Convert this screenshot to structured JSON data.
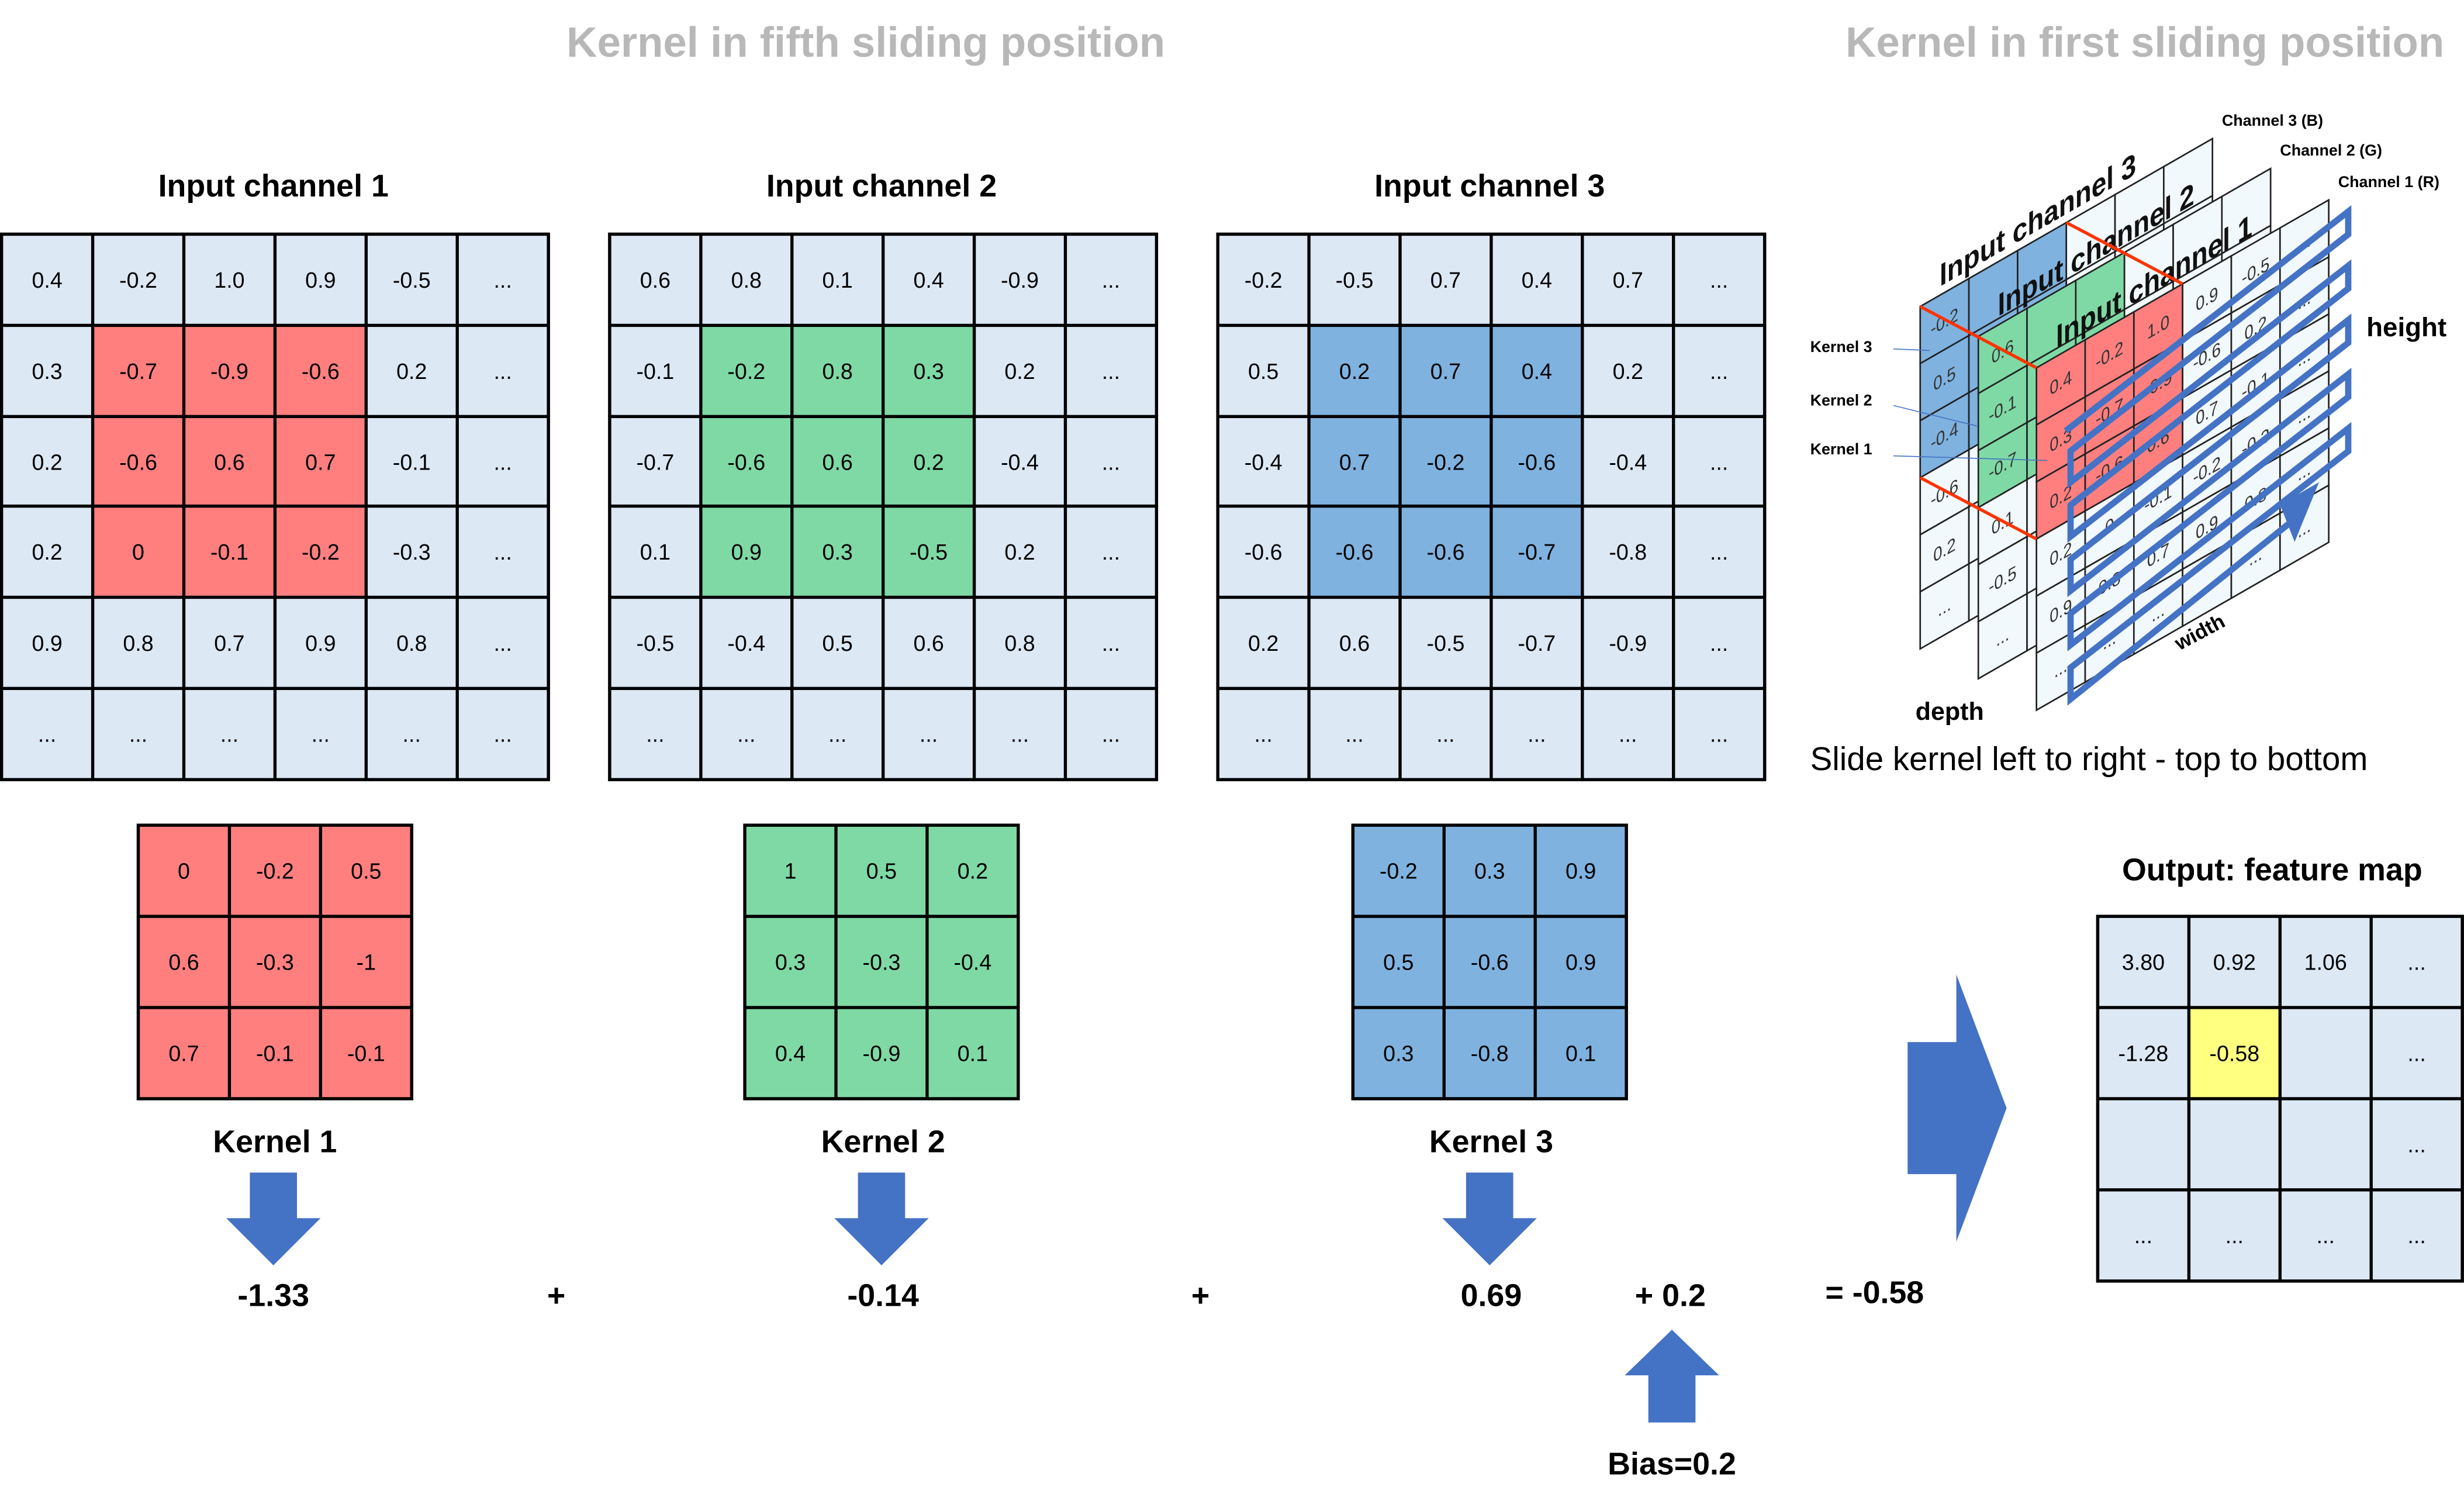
{
  "headers": {
    "left": "Kernel in fifth sliding position",
    "right": "Kernel in first sliding position"
  },
  "inputs": [
    {
      "title": "Input channel 1",
      "highlight": "red",
      "cells": [
        [
          "0.4",
          "-0.2",
          "1.0",
          "0.9",
          "-0.5",
          "..."
        ],
        [
          "0.3",
          "-0.7",
          "-0.9",
          "-0.6",
          "0.2",
          "..."
        ],
        [
          "0.2",
          "-0.6",
          "0.6",
          "0.7",
          "-0.1",
          "..."
        ],
        [
          "0.2",
          "0",
          "-0.1",
          "-0.2",
          "-0.3",
          "..."
        ],
        [
          "0.9",
          "0.8",
          "0.7",
          "0.9",
          "0.8",
          "..."
        ],
        [
          "...",
          "...",
          "...",
          "...",
          "...",
          "..."
        ]
      ]
    },
    {
      "title": "Input channel 2",
      "highlight": "green",
      "cells": [
        [
          "0.6",
          "0.8",
          "0.1",
          "0.4",
          "-0.9",
          "..."
        ],
        [
          "-0.1",
          "-0.2",
          "0.8",
          "0.3",
          "0.2",
          "..."
        ],
        [
          "-0.7",
          "-0.6",
          "0.6",
          "0.2",
          "-0.4",
          "..."
        ],
        [
          "0.1",
          "0.9",
          "0.3",
          "-0.5",
          "0.2",
          "..."
        ],
        [
          "-0.5",
          "-0.4",
          "0.5",
          "0.6",
          "0.8",
          "..."
        ],
        [
          "...",
          "...",
          "...",
          "...",
          "...",
          "..."
        ]
      ]
    },
    {
      "title": "Input channel 3",
      "highlight": "blue",
      "cells": [
        [
          "-0.2",
          "-0.5",
          "0.7",
          "0.4",
          "0.7",
          "..."
        ],
        [
          "0.5",
          "0.2",
          "0.7",
          "0.4",
          "0.2",
          "..."
        ],
        [
          "-0.4",
          "0.7",
          "-0.2",
          "-0.6",
          "-0.4",
          "..."
        ],
        [
          "-0.6",
          "-0.6",
          "-0.6",
          "-0.7",
          "-0.8",
          "..."
        ],
        [
          "0.2",
          "0.6",
          "-0.5",
          "-0.7",
          "-0.9",
          "..."
        ],
        [
          "...",
          "...",
          "...",
          "...",
          "...",
          "..."
        ]
      ]
    }
  ],
  "kernels": [
    {
      "label": "Kernel 1",
      "color": "red",
      "cells": [
        [
          "0",
          "-0.2",
          "0.5"
        ],
        [
          "0.6",
          "-0.3",
          "-1"
        ],
        [
          "0.7",
          "-0.1",
          "-0.1"
        ]
      ],
      "result": "-1.33"
    },
    {
      "label": "Kernel 2",
      "color": "green",
      "cells": [
        [
          "1",
          "0.5",
          "0.2"
        ],
        [
          "0.3",
          "-0.3",
          "-0.4"
        ],
        [
          "0.4",
          "-0.9",
          "0.1"
        ]
      ],
      "result": "-0.14"
    },
    {
      "label": "Kernel 3",
      "color": "blue",
      "cells": [
        [
          "-0.2",
          "0.3",
          "0.9"
        ],
        [
          "0.5",
          "-0.6",
          "0.9"
        ],
        [
          "0.3",
          "-0.8",
          "0.1"
        ]
      ],
      "result": "0.69"
    }
  ],
  "equation": {
    "plus1": "+",
    "plus2": "+",
    "bias_term": "+ 0.2",
    "total": "= -0.58",
    "bias_label": "Bias=0.2"
  },
  "output": {
    "title": "Output: feature map",
    "cells": [
      [
        "3.80",
        "0.92",
        "1.06",
        "..."
      ],
      [
        "-1.28",
        "-0.58",
        "",
        "..."
      ],
      [
        "",
        "",
        "",
        "..."
      ],
      [
        "...",
        "...",
        "...",
        "..."
      ]
    ],
    "highlight": [
      1,
      1
    ]
  },
  "diagram3d": {
    "channel_labels": [
      "Channel 3 (B)",
      "Channel 2 (G)",
      "Channel 1 (R)"
    ],
    "plane_labels": [
      "Input channel 3",
      "Input channel 2",
      "Input channel 1"
    ],
    "kernel_labels": [
      "Kernel 3",
      "Kernel 2",
      "Kernel 1"
    ],
    "height_label": "height",
    "width_label": "width",
    "depth_label": "depth",
    "caption": "Slide kernel left to right - top to bottom"
  },
  "colors": {
    "red": "#ff7f7f",
    "green": "#7fd9a5",
    "blue": "#7fb2df",
    "cell": "#dde8f5",
    "arrow": "#4472c4",
    "yellow": "#ffff80",
    "line": "#ff3300"
  }
}
